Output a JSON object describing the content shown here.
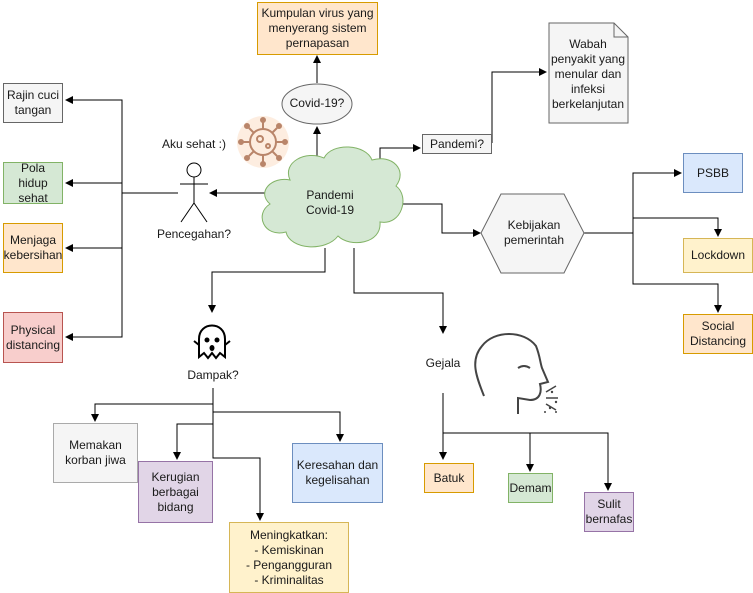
{
  "colors": {
    "orange": "#ffe6cc",
    "orange_border": "#d79b00",
    "blue": "#dae8fc",
    "blue_border": "#6c8ebf",
    "green": "#d5e8d4",
    "green_border": "#82b366",
    "red": "#f8cecc",
    "red_border": "#b85450",
    "purple": "#e1d5e7",
    "purple_border": "#9673a6",
    "yellow": "#fff2cc",
    "yellow_border": "#d6b656",
    "gray": "#f5f5f5",
    "gray_border": "#666666",
    "cloud": "#d5e8d4"
  },
  "center": {
    "label": "Pandemi\nCovid-19"
  },
  "virus": {
    "question": "Covid-19?",
    "description": "Kumpulan virus yang\nmenyerang sistem\npernapasan",
    "icon": "virus-icon"
  },
  "pandemi": {
    "question": "Pandemi?",
    "note": "Wabah\npenyakit yang\nmenular dan\ninfeksi\nberkelanjutan"
  },
  "policy": {
    "label": "Kebijakan\npemerintah",
    "items": [
      "PSBB",
      "Lockdown",
      "Social\nDistancing"
    ]
  },
  "prevention": {
    "caption": "Aku sehat :)",
    "label": "Pencegahan?",
    "icon": "person-icon",
    "items": [
      "Rajin cuci\ntangan",
      "Pola\nhidup\nsehat",
      "Menjaga\nkebersihan",
      "Physical\ndistancing"
    ]
  },
  "impact": {
    "label": "Dampak?",
    "icon": "ghost-icon",
    "items": [
      "Memakan\nkorban jiwa",
      "Kerugian\nberbagai\nbidang",
      "Meningkatkan:\n- Kemiskinan\n- Pengangguran\n- Kriminalitas",
      "Keresahan dan\nkegelisahan"
    ]
  },
  "symptoms": {
    "label": "Gejala",
    "icon": "coughing-head-icon",
    "items": [
      "Batuk",
      "Demam",
      "Sulit\nbernafas"
    ]
  }
}
